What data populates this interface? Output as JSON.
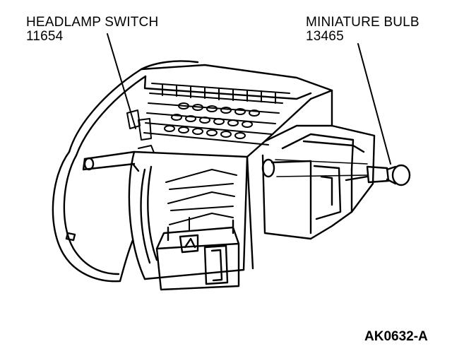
{
  "labels": {
    "headlamp_switch": {
      "name": "HEADLAMP SWITCH",
      "part_number": "11654"
    },
    "miniature_bulb": {
      "name": "MINIATURE BULB",
      "part_number": "13465"
    }
  },
  "figure_id": "AK0632-A",
  "colors": {
    "ink": "#000000",
    "paper": "#ffffff"
  }
}
